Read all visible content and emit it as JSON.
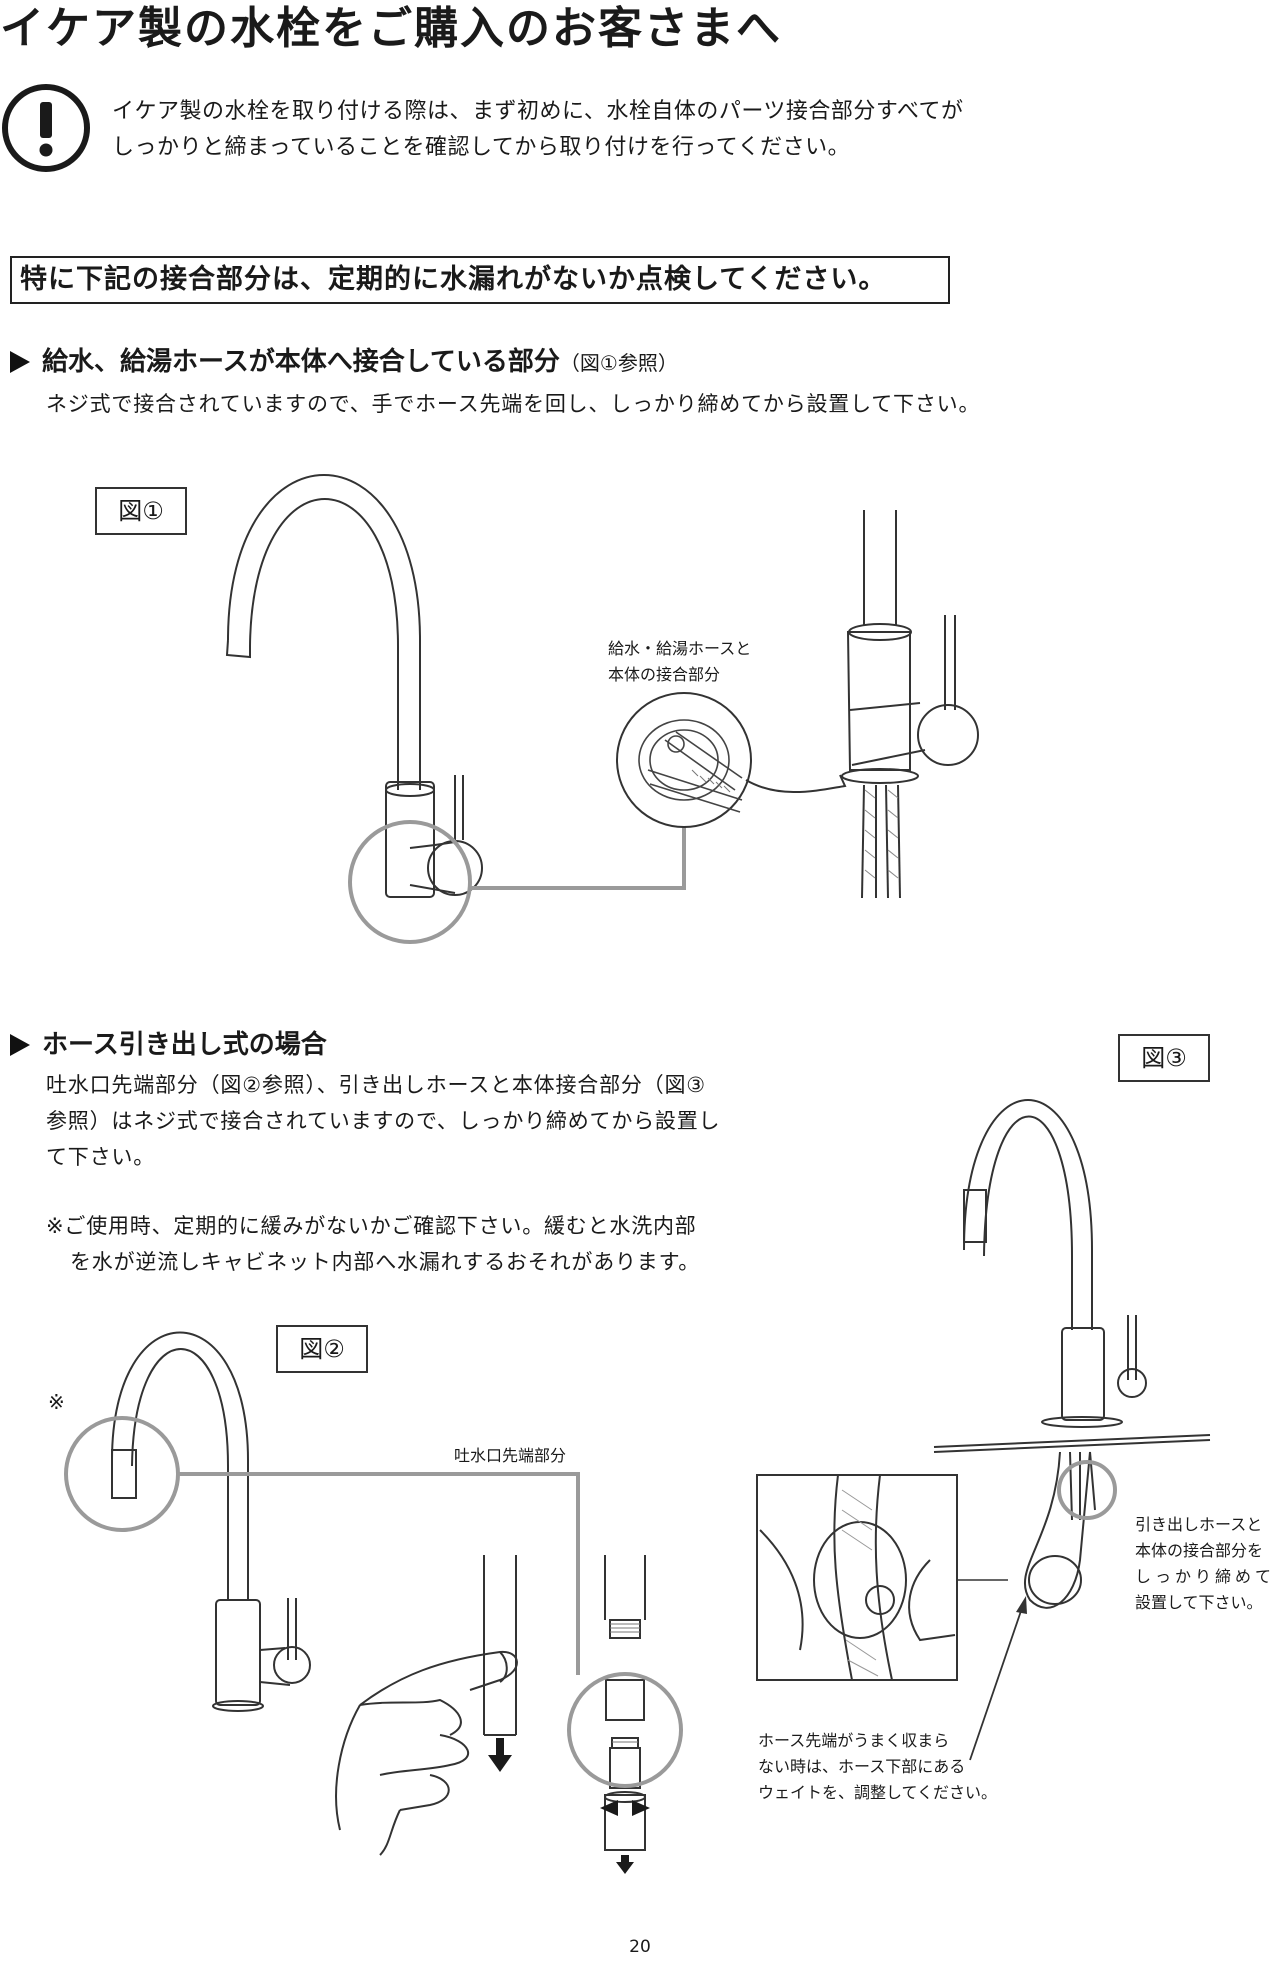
{
  "title": "イケア製の水栓をご購入のお客さまへ",
  "notice": {
    "line1": "イケア製の水栓を取り付ける際は、まず初めに、水栓自体のパーツ接合部分すべてが",
    "line2": "しっかりと締まっていることを確認してから取り付けを行ってください。"
  },
  "box_heading": "特に下記の接合部分は、定期的に水漏れがないか点検してください。",
  "section1": {
    "heading": "給水、給湯ホースが本体へ接合している部分",
    "heading_ref": "（図①参照）",
    "body": "ネジ式で接合されていますので、手でホース先端を回し、しっかり締めてから設置して下さい。"
  },
  "figure1": {
    "label": "図①",
    "callout_line1": "給水・給湯ホースと",
    "callout_line2": "本体の接合部分"
  },
  "section2": {
    "heading": "ホース引き出し式の場合",
    "body_line1": "吐水口先端部分（図②参照）、引き出しホースと本体接合部分（図③",
    "body_line2": "参照）はネジ式で接合されていますので、しっかり締めてから設置し",
    "body_line3": "て下さい。",
    "note_line1": "※ご使用時、定期的に緩みがないかご確認下さい。緩むと水洗内部",
    "note_line2": "を水が逆流しキャビネット内部へ水漏れするおそれがあります。"
  },
  "figure2": {
    "label": "図②",
    "asterisk": "※",
    "callout": "吐水口先端部分"
  },
  "figure3": {
    "label": "図③",
    "callout_right_line1": "引き出しホースと",
    "callout_right_line2": "本体の接合部分を",
    "callout_right_line3": "しっかり締めて",
    "callout_right_line4": "設置して下さい。",
    "callout_bottom_line1": "ホース先端がうまく収まら",
    "callout_bottom_line2": "ない時は、ホース下部にある",
    "callout_bottom_line3": "ウェイトを、調整してください。"
  },
  "page_number": "20"
}
